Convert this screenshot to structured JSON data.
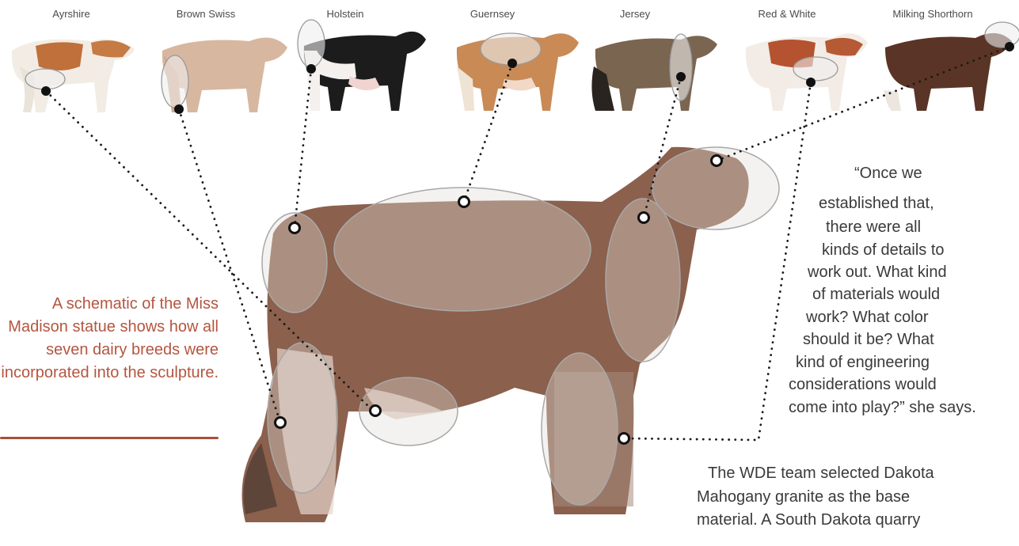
{
  "breeds": [
    "Ayrshire",
    "Brown Swiss",
    "Holstein",
    "Guernsey",
    "Jersey",
    "Red & White",
    "Milking Shorthorn"
  ],
  "caption": "A schematic of the Miss Madison statue shows how all seven dairy breeds were incorporated into the sculpture.",
  "quote_lines": [
    "“Once we",
    "established that,",
    "there were all",
    "kinds of details to",
    "work out. What kind",
    "of materials would",
    "work? What color",
    "should it be? What",
    "kind of engineering",
    "considerations would",
    "come into play?” she says."
  ],
  "body_lines": [
    "The WDE team selected Dakota",
    "Mahogany granite as the base",
    "material. A South Dakota quarry"
  ],
  "colors": {
    "caption": "#b5553f",
    "text": "#3a3a3a"
  }
}
